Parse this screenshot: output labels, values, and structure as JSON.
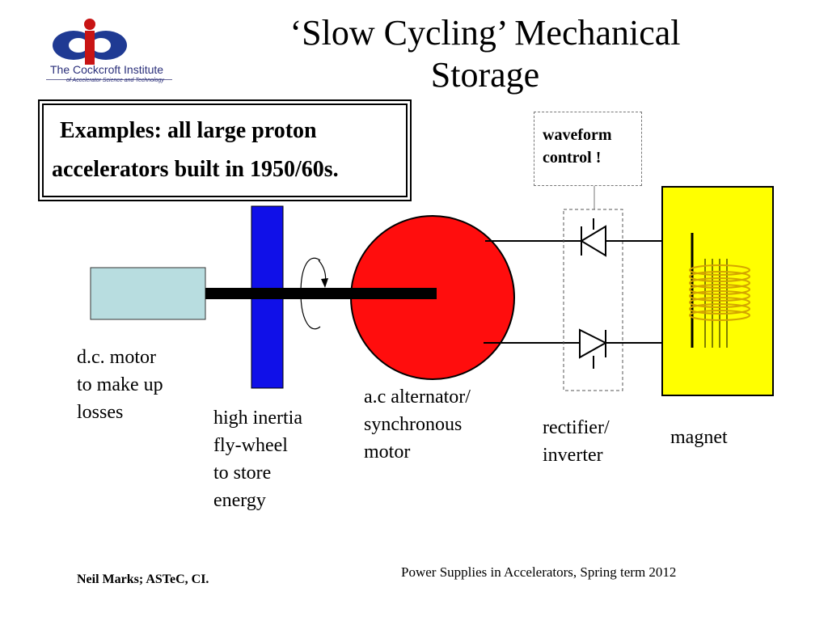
{
  "logo": {
    "name": "The Cockcroft Institute",
    "subtitle": "of Accelerator Science and Technology",
    "colors": {
      "blue": "#1f3a93",
      "red": "#d01010",
      "accent": "#6a6a9a"
    }
  },
  "title": "‘Slow Cycling’ Mechanical Storage",
  "examples": {
    "line1": "Examples: all large proton",
    "line2": "accelerators built in 1950/60s."
  },
  "waveform": {
    "line1": "waveform",
    "line2": "control !"
  },
  "labels": {
    "dc_motor": [
      "d.c. motor",
      "to make up",
      "losses"
    ],
    "flywheel": [
      "high inertia",
      "fly-wheel",
      "to store",
      "energy"
    ],
    "alternator": [
      "a.c alternator/",
      "synchronous",
      "motor"
    ],
    "rectifier": [
      "rectifier/",
      "inverter"
    ],
    "magnet": [
      "magnet"
    ]
  },
  "footer": {
    "left": "Neil Marks; ASTeC, CI.",
    "right": "Power Supplies in Accelerators, Spring term 2012"
  },
  "colors": {
    "dc_motor_fill": "#b8dde0",
    "flywheel_fill": "#1010e8",
    "alternator_fill": "#ff0d0d",
    "magnet_fill": "#ffff00",
    "coil": "#d4a400"
  }
}
